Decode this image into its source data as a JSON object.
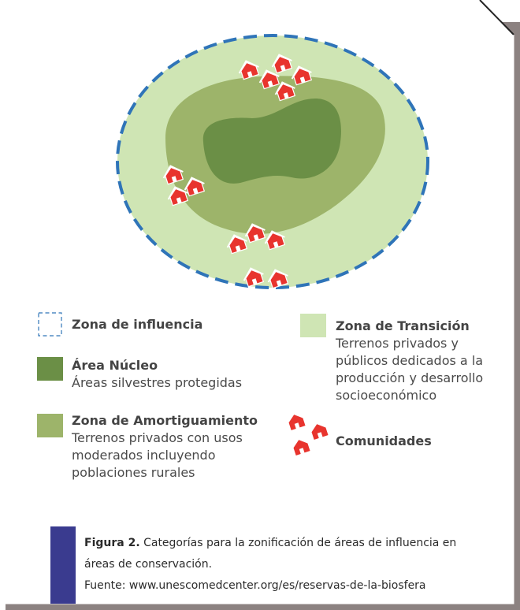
{
  "legend": {
    "influence_title": "Zona de influencia",
    "core_title": "Área Núcleo",
    "core_desc": "Áreas silvestres protegidas",
    "buffer_title": "Zona de Amortiguamiento",
    "buffer_desc_1": "Terrenos privados con usos",
    "buffer_desc_2": "moderados incluyendo",
    "buffer_desc_3": "poblaciones rurales",
    "transition_title": "Zona de Transición",
    "transition_desc_1": "Terrenos privados y",
    "transition_desc_2": "públicos dedicados a la",
    "transition_desc_3": "producción y desarrollo",
    "transition_desc_4": "socioeconómico",
    "communities_title": "Comunidades"
  },
  "caption": {
    "label": "Figura 2.",
    "text_1": " Categorías para la zonificación de áreas de influencia en",
    "text_2": "áreas de conservación.",
    "source": "Fuente: www.unescomedcenter.org/es/reservas-de-la-biosfera"
  },
  "colors": {
    "core": "#6b8f46",
    "buffer": "#9db46a",
    "transition": "#cfe5b4",
    "influence_border": "#2f74b8",
    "community": "#e8342e",
    "caption_bar": "#3a3b8f",
    "frame_shadow": "#8c8281"
  },
  "icons": {
    "community": "house-icon",
    "influence": "dashed-square-icon"
  }
}
